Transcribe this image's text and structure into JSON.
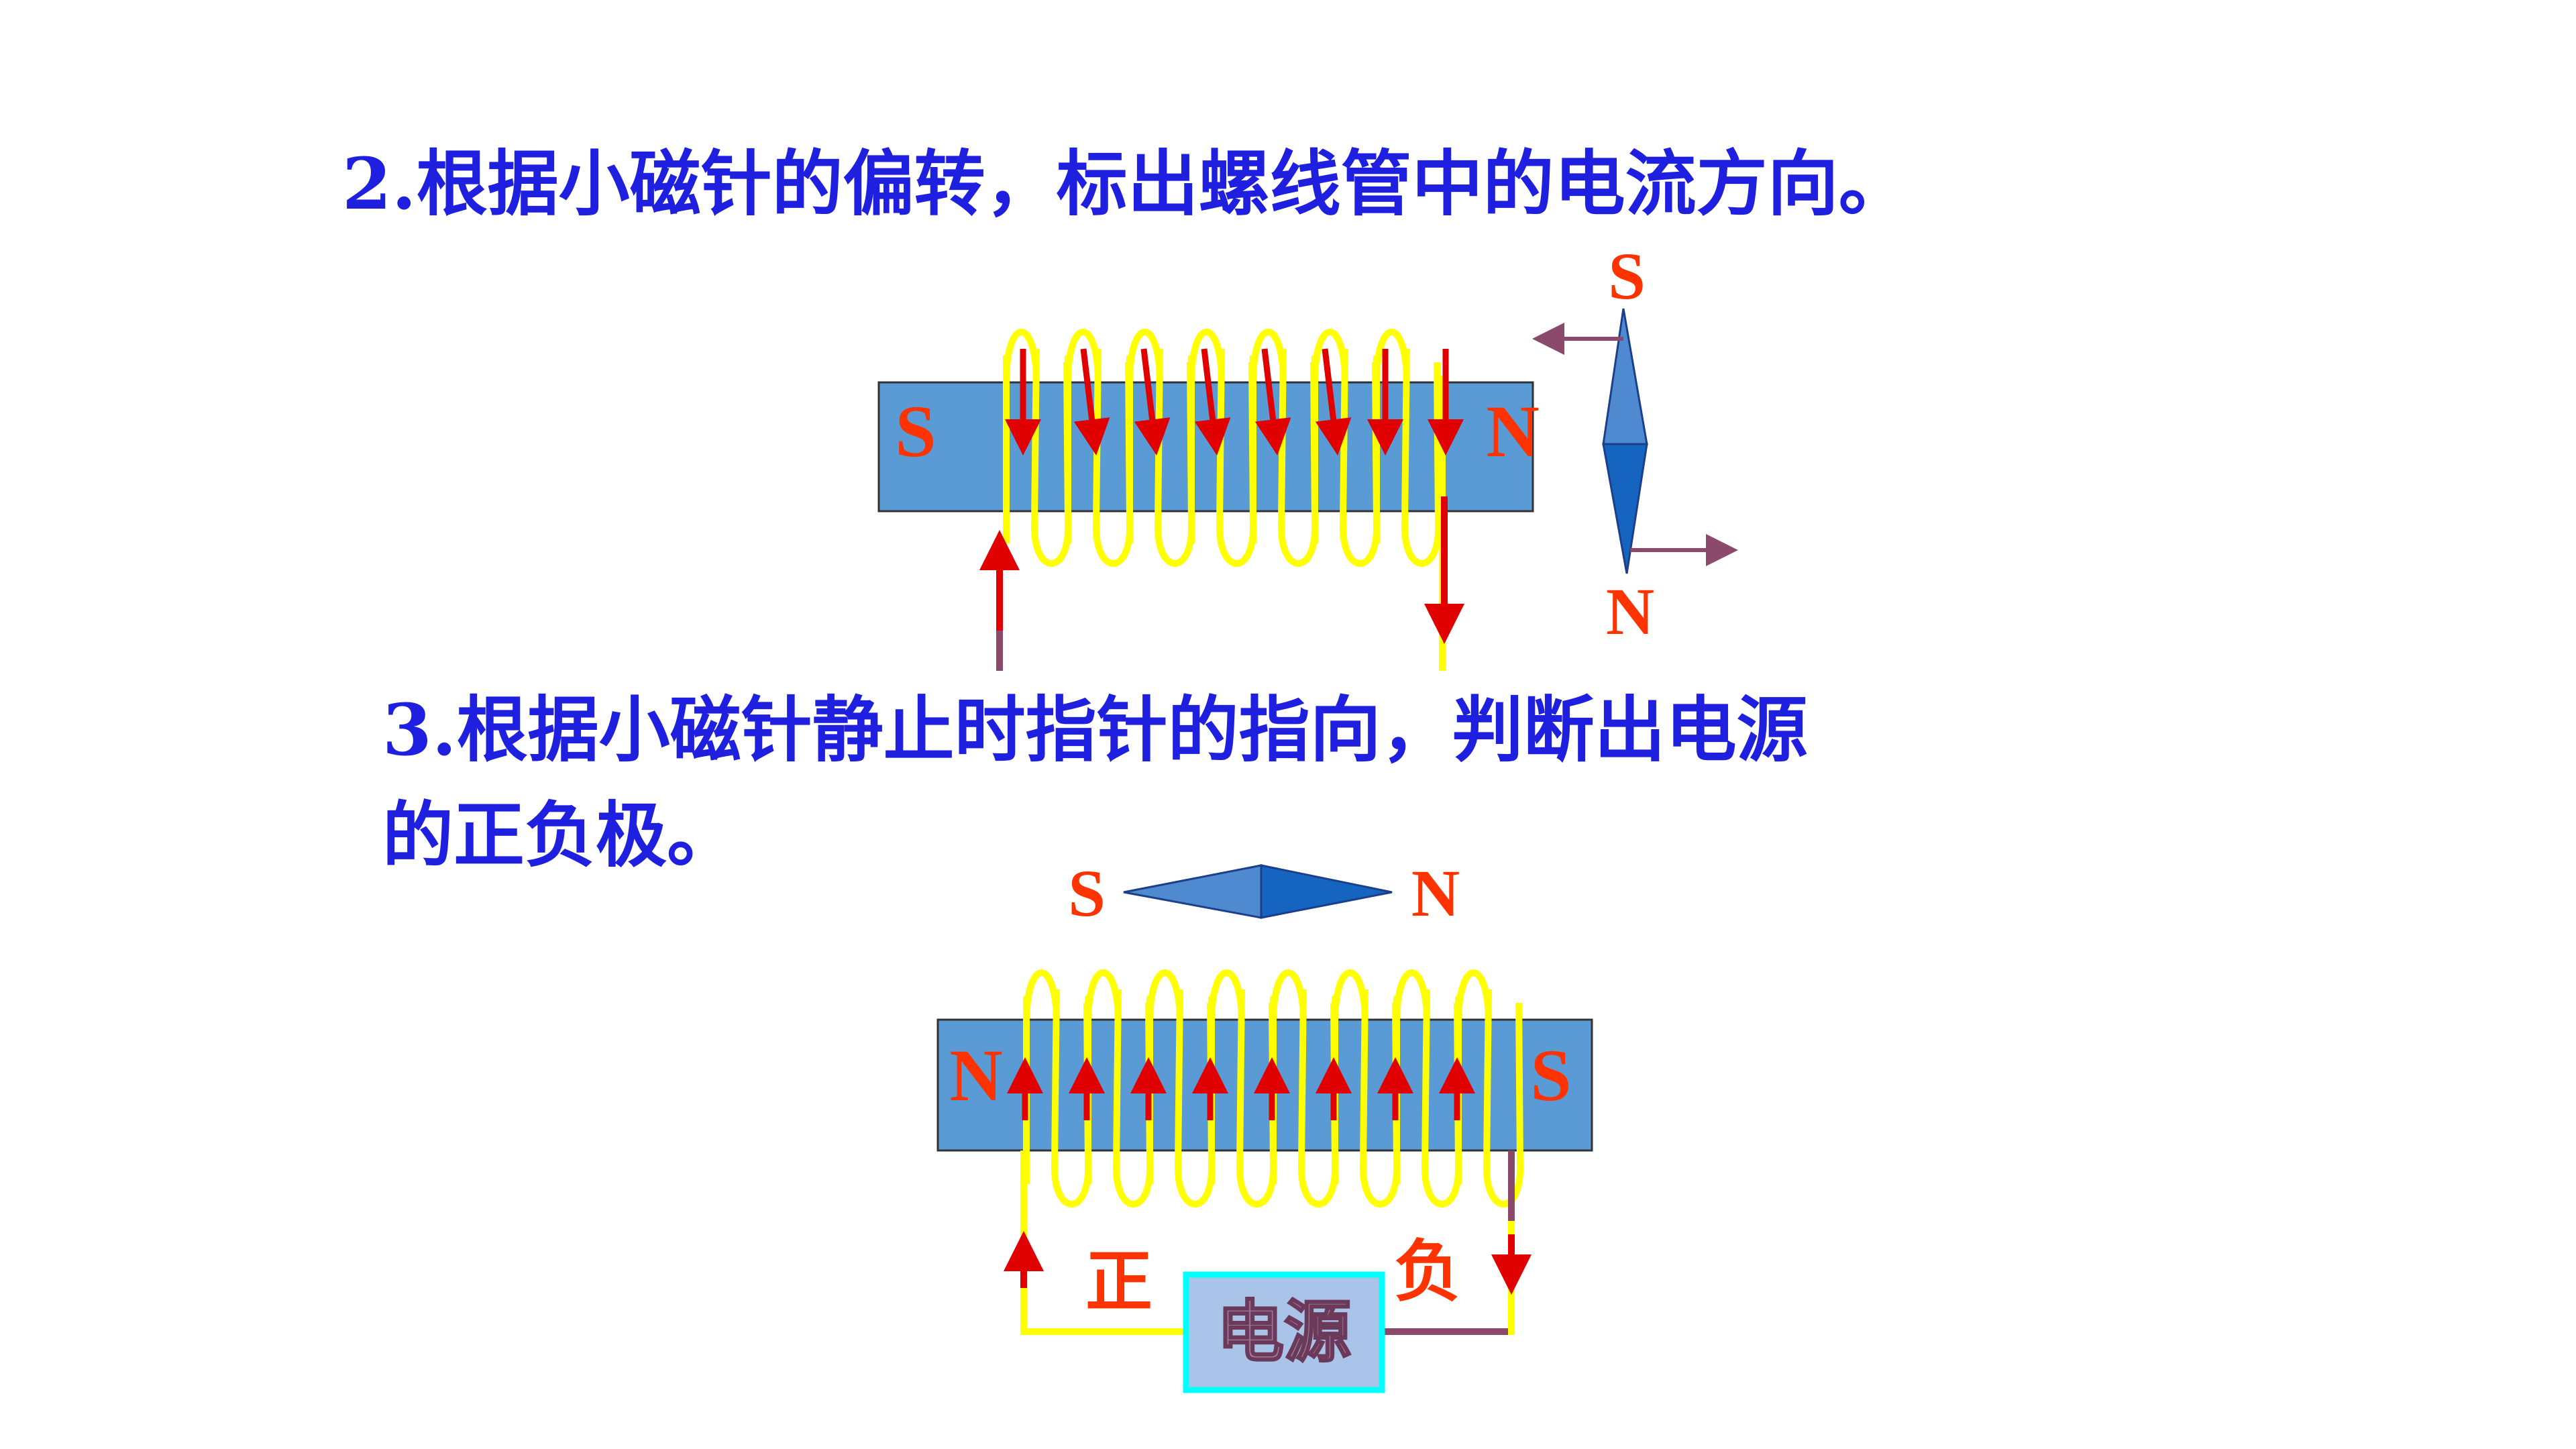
{
  "question2": {
    "text": "2.根据小磁针的偏转，标出螺线管中的电流方向。"
  },
  "question3": {
    "line1": "3.根据小磁针静止时指针的指向，判断出电源",
    "line2": "的正负极。"
  },
  "diagram1": {
    "solenoid_left_pole": "S",
    "solenoid_right_pole": "N",
    "compass_top_pole": "S",
    "compass_bottom_pole": "N"
  },
  "diagram2": {
    "compass_left_pole": "S",
    "compass_right_pole": "N",
    "solenoid_left_pole": "N",
    "solenoid_right_pole": "S",
    "positive_terminal": "正",
    "negative_terminal": "负",
    "power_source": "电源"
  },
  "colors": {
    "heading": "#1f1fe0",
    "pole_label": "#ff3300",
    "solenoid_core": "#5b9bd5",
    "coil_wire": "#ffff00",
    "current_arrow": "#e00000",
    "deflection_arrow": "#8b4a6b",
    "compass_light": "#4f8ad0",
    "compass_dark": "#1565c0",
    "power_box_fill": "#a9c4e8",
    "power_box_border": "#00ffff"
  }
}
